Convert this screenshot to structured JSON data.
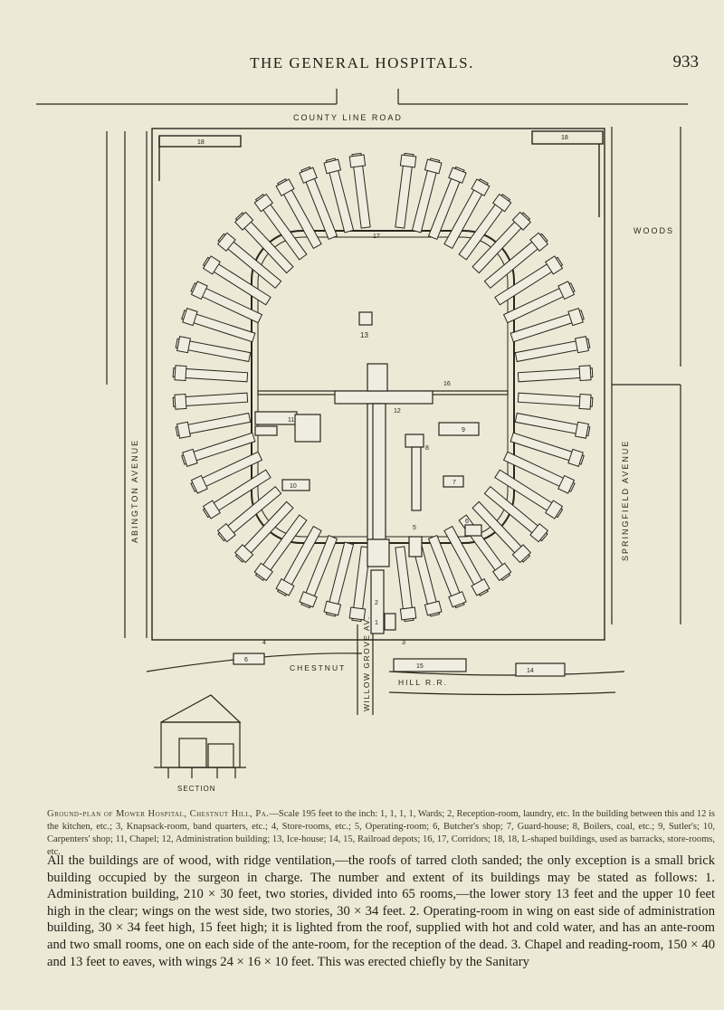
{
  "header": {
    "title": "THE GENERAL HOSPITALS.",
    "page_number": "933"
  },
  "plan_labels": {
    "county_line_road": "COUNTY LINE ROAD",
    "abington_avenue": "ABINGTON AVENUE",
    "springfield_avenue": "SPRINGFIELD AVENUE",
    "woods": "WOODS",
    "chestnut_hill_rr": "CHESTNUT HILL R.R.",
    "willow_grove_av": "WILLOW GROVE AV.",
    "section": "SECTION",
    "numbers": [
      "18",
      "18",
      "17",
      "16",
      "13",
      "12",
      "11",
      "10",
      "9",
      "8",
      "7",
      "6",
      "5",
      "6",
      "4",
      "3",
      "2",
      "1",
      "15",
      "14"
    ]
  },
  "caption": {
    "lead": "Ground-plan of Mower Hospital, Chestnut Hill, Pa.",
    "text": "—Scale 195 feet to the inch: 1, 1, 1, 1, Wards; 2, Reception-room, laundry, etc. In the building between this and 12 is the kitchen, etc.; 3, Knapsack-room, band quarters, etc.; 4, Store-rooms, etc.; 5, Operating-room; 6, Butcher's shop; 7, Guard-house; 8, Boilers, coal, etc.; 9, Sutler's; 10, Carpenters' shop; 11, Chapel; 12, Administration building; 13, Ice-house; 14, 15, Railroad depots; 16, 17, Corridors; 18, 18, L-shaped buildings, used as barracks, store-rooms, etc."
  },
  "body": {
    "paragraph": "All the buildings are of wood, with ridge ventilation,—the roofs of tarred cloth sanded; the only exception is a small brick building occupied by the surgeon in charge. The number and extent of its buildings may be stated as follows: 1. Administration building, 210 × 30 feet, two stories, divided into 65 rooms,—the lower story 13 feet and the upper 10 feet high in the clear; wings on the west side, two stories, 30 × 34 feet. 2. Operating-room in wing on east side of administration building, 30 × 34 feet high, 15 feet high; it is lighted from the roof, supplied with hot and cold water, and has an ante-room and two small rooms, one on each side of the ante-room, for the reception of the dead. 3. Chapel and reading-room, 150 × 40 and 13 feet to eaves, with wings 24 × 16 × 10 feet. This was erected chiefly by the Sanitary"
  }
}
